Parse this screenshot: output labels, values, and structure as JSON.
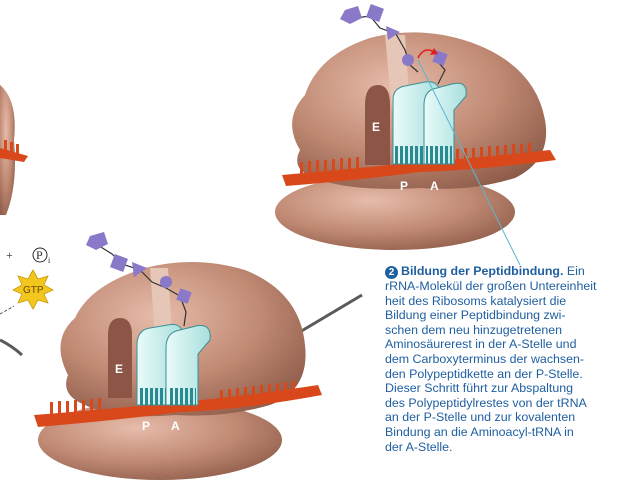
{
  "diagram": {
    "site_labels": {
      "e": "E",
      "p": "P",
      "a": "A"
    },
    "byproduct_text": "+ ",
    "phosphate_symbol": "P",
    "phosphate_subscript": "i",
    "gtp_label": "GTP"
  },
  "caption": {
    "step_number": "2",
    "title": "Bildung der Peptidbindung.",
    "lines": [
      " Ein",
      "rRNA-Molekül der großen Untereinheit",
      "heit des Ribosoms katalysiert die",
      "Bildung einer Peptidbindung zwi-",
      "schen dem neu hinzugetretenen",
      "Aminosäurerest in der A-Stelle und",
      "dem Carboxyterminus der wachsen-",
      "den Polypeptidkette an der P-Stelle.",
      "Dieser Schritt führt zur Abspaltung",
      "des Polypeptidylrestes von der tRNA",
      "an der P-Stelle und zur kovalenten",
      "Bindung an die Aminoacyl-tRNA in",
      "der A-Stelle."
    ]
  },
  "colors": {
    "ribosome": "#c08a74",
    "ribosome_dark": "#9c6652",
    "mrna": "#d9481b",
    "trna": "#c9f0ee",
    "trna_outline": "#3a8f95",
    "amino_acid": "#8a78c8",
    "caption_blue": "#1f5fa0",
    "pointer_line": "#5bb6cf",
    "gtp_burst": "#f2c61d"
  }
}
